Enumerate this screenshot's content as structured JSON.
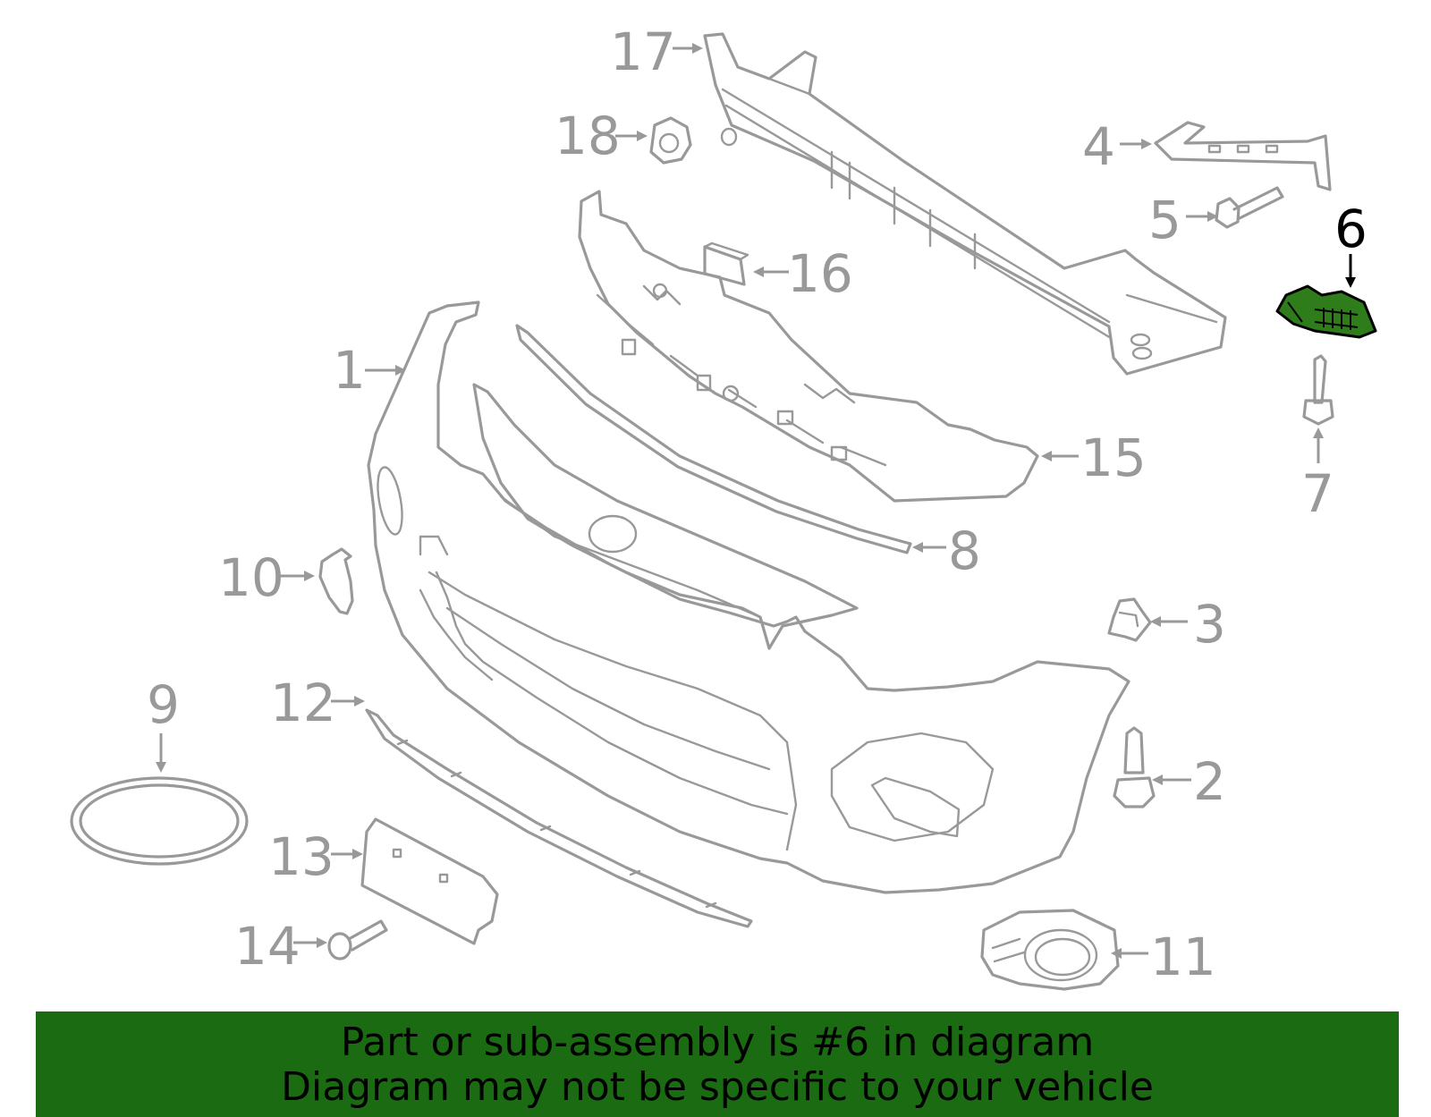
{
  "highlight": {
    "part_number": "6",
    "colors": {
      "highlight_fill": "#2e7d1a",
      "banner": "#1a6b12",
      "part_stroke": "#999999"
    }
  },
  "callouts": {
    "c1": "1",
    "c2": "2",
    "c3": "3",
    "c4": "4",
    "c5": "5",
    "c6": "6",
    "c7": "7",
    "c8": "8",
    "c9": "9",
    "c10": "10",
    "c11": "11",
    "c12": "12",
    "c13": "13",
    "c14": "14",
    "c15": "15",
    "c16": "16",
    "c17": "17",
    "c18": "18"
  },
  "banner": {
    "line1": "Part or sub-assembly is #6 in diagram",
    "line2": "Diagram may not be specific to your vehicle"
  }
}
